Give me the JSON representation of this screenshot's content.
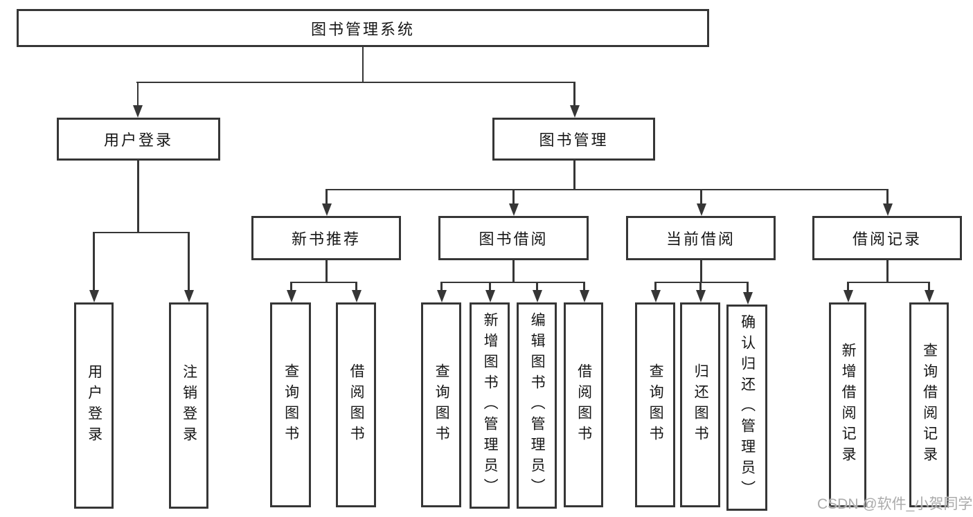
{
  "colors": {
    "line": "#363636",
    "text": "#161616",
    "background": "#ffffff",
    "watermark": "#ababab"
  },
  "watermark": {
    "text": "CSDN @软件_小贺同学"
  },
  "tree": {
    "label": "图书管理系统",
    "children": [
      {
        "label": "用户登录",
        "children": [
          {
            "label": "用户登录"
          },
          {
            "label": "注销登录"
          }
        ]
      },
      {
        "label": "图书管理",
        "children": [
          {
            "label": "新书推荐",
            "children": [
              {
                "label": "查询图书"
              },
              {
                "label": "借阅图书"
              }
            ]
          },
          {
            "label": "图书借阅",
            "children": [
              {
                "label": "查询图书"
              },
              {
                "label": "新增图书（管理员）"
              },
              {
                "label": "编辑图书（管理员）"
              },
              {
                "label": "借阅图书"
              }
            ]
          },
          {
            "label": "当前借阅",
            "children": [
              {
                "label": "查询图书"
              },
              {
                "label": "归还图书"
              },
              {
                "label": "确认归还（管理员）"
              }
            ]
          },
          {
            "label": "借阅记录",
            "children": [
              {
                "label": "新增借阅记录"
              },
              {
                "label": "查询借阅记录"
              }
            ]
          }
        ]
      }
    ]
  }
}
